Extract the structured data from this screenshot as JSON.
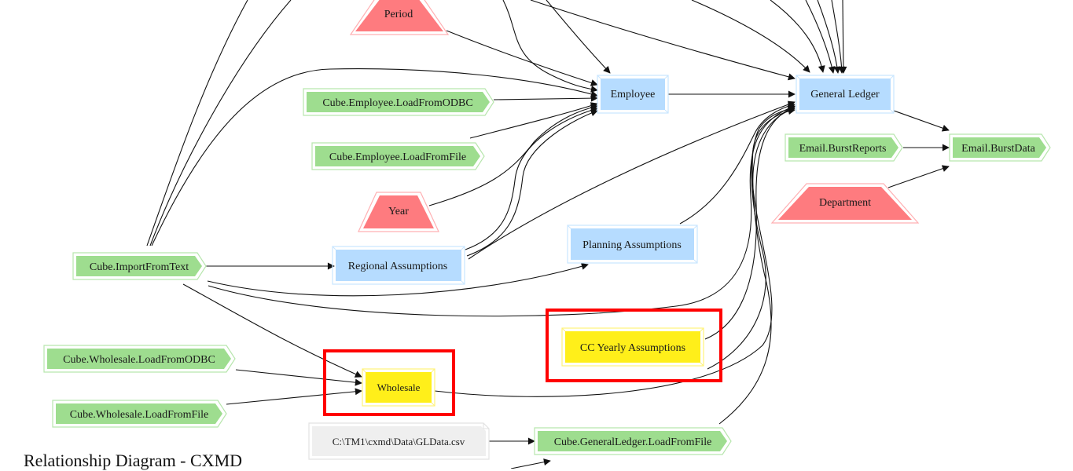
{
  "title": "Relationship Diagram - CXMD",
  "colors": {
    "process_fill": "#9edd8f",
    "process_stroke": "#b7e6ad",
    "cube_fill": "#b6dcff",
    "cube_stroke": "#c9e6ff",
    "dimension_fill": "#fe7b7f",
    "dimension_stroke": "#ffb0b3",
    "highlight_cube_fill": "#ffef1a",
    "highlight_cube_stroke": "#fff27a",
    "file_fill": "#efefef",
    "file_stroke": "#e2e2e2",
    "highlight_box": "#ff0000",
    "edge": "#111111"
  },
  "nodes": [
    {
      "id": "period",
      "label": "Period",
      "type": "dimension"
    },
    {
      "id": "employee",
      "label": "Employee",
      "type": "cube"
    },
    {
      "id": "general_ledger",
      "label": "General Ledger",
      "type": "cube"
    },
    {
      "id": "emp_odbc",
      "label": "Cube.Employee.LoadFromODBC",
      "type": "process"
    },
    {
      "id": "emp_file",
      "label": "Cube.Employee.LoadFromFile",
      "type": "process"
    },
    {
      "id": "email_burst_reports",
      "label": "Email.BurstReports",
      "type": "process"
    },
    {
      "id": "email_burst_data",
      "label": "Email.BurstData",
      "type": "process"
    },
    {
      "id": "department",
      "label": "Department",
      "type": "dimension"
    },
    {
      "id": "year",
      "label": "Year",
      "type": "dimension"
    },
    {
      "id": "planning",
      "label": "Planning Assumptions",
      "type": "cube"
    },
    {
      "id": "import_text",
      "label": "Cube.ImportFromText",
      "type": "process"
    },
    {
      "id": "regional",
      "label": "Regional Assumptions",
      "type": "cube"
    },
    {
      "id": "cc_yearly",
      "label": "CC Yearly Assumptions",
      "type": "highlight_cube"
    },
    {
      "id": "wh_odbc",
      "label": "Cube.Wholesale.LoadFromODBC",
      "type": "process"
    },
    {
      "id": "wholesale",
      "label": "Wholesale",
      "type": "highlight_cube"
    },
    {
      "id": "wh_file",
      "label": "Cube.Wholesale.LoadFromFile",
      "type": "process"
    },
    {
      "id": "gldata_csv",
      "label": "C:\\TM1\\cxmd\\Data\\GLData.csv",
      "type": "file"
    },
    {
      "id": "gl_file",
      "label": "Cube.GeneralLedger.LoadFromFile",
      "type": "process"
    }
  ],
  "edges": [
    {
      "from": "period",
      "to": "employee"
    },
    {
      "from": "employee",
      "to": "general_ledger"
    },
    {
      "from": "emp_odbc",
      "to": "employee"
    },
    {
      "from": "emp_file",
      "to": "employee"
    },
    {
      "from": "year",
      "to": "employee"
    },
    {
      "from": "regional",
      "to": "employee"
    },
    {
      "from": "import_text",
      "to": "employee"
    },
    {
      "from": "import_text",
      "to": "regional"
    },
    {
      "from": "import_text",
      "to": "planning"
    },
    {
      "from": "import_text",
      "to": "general_ledger"
    },
    {
      "from": "import_text",
      "to": "wholesale"
    },
    {
      "from": "regional",
      "to": "general_ledger"
    },
    {
      "from": "planning",
      "to": "general_ledger"
    },
    {
      "from": "cc_yearly",
      "to": "general_ledger"
    },
    {
      "from": "wholesale",
      "to": "general_ledger"
    },
    {
      "from": "gl_file",
      "to": "general_ledger"
    },
    {
      "from": "general_ledger",
      "to": "email_burst_data"
    },
    {
      "from": "email_burst_reports",
      "to": "email_burst_data"
    },
    {
      "from": "department",
      "to": "email_burst_data"
    },
    {
      "from": "wh_odbc",
      "to": "wholesale"
    },
    {
      "from": "wh_file",
      "to": "wholesale"
    },
    {
      "from": "gldata_csv",
      "to": "gl_file"
    }
  ],
  "highlighted": [
    "wholesale",
    "cc_yearly"
  ]
}
